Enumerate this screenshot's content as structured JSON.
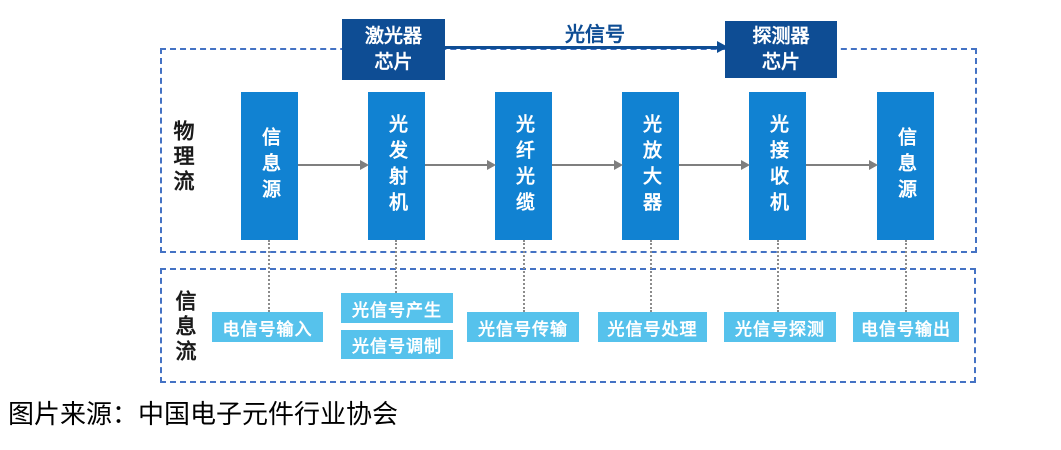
{
  "top": {
    "laser_chip": {
      "lines": [
        "激光器",
        "芯片"
      ]
    },
    "detector_chip": {
      "lines": [
        "探测器",
        "芯片"
      ]
    },
    "signal_label": "光信号"
  },
  "physical_flow": {
    "label": "物理流",
    "nodes": [
      "信息源",
      "光发射机",
      "光纤光缆",
      "光放大器",
      "光接收机",
      "信息源"
    ]
  },
  "information_flow": {
    "label": "信息流",
    "steps": [
      "电信号输入",
      "光信号产生",
      "光信号调制",
      "光信号传输",
      "光信号处理",
      "光信号探测",
      "电信号输出"
    ]
  },
  "caption": "图片来源：中国电子元件行业协会",
  "colors": {
    "chip_navy": "#0e4d94",
    "node_blue": "#1182d2",
    "step_light_blue": "#56c2ec",
    "dashed_border_blue": "#4472c4",
    "arrow_gray": "#7f7f7f",
    "connector_dot_gray": "#8c8c8c"
  }
}
